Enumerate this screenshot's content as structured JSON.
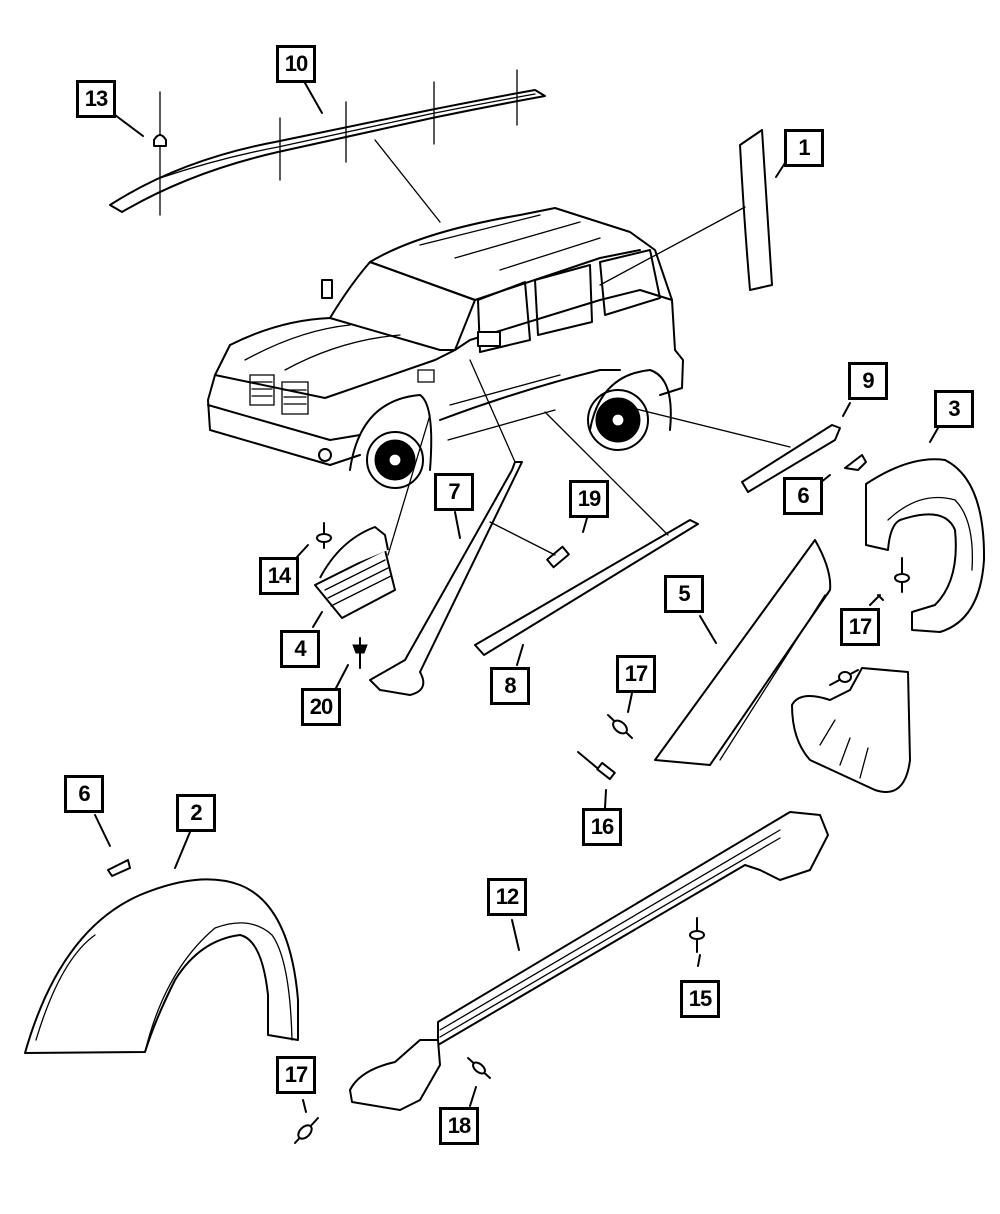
{
  "diagram": {
    "type": "exploded-parts-diagram",
    "subject": "vehicle exterior body moldings and trim",
    "line_color": "#000000",
    "background": "#ffffff"
  },
  "callouts": [
    {
      "id": "c1",
      "label": "1",
      "part": "d-pillar-applique"
    },
    {
      "id": "c2",
      "label": "2",
      "part": "front-wheel-flare"
    },
    {
      "id": "c3",
      "label": "3",
      "part": "rear-wheel-flare"
    },
    {
      "id": "c4",
      "label": "4",
      "part": "fender-vent-grille"
    },
    {
      "id": "c5",
      "label": "5",
      "part": "rear-door-flare-molding"
    },
    {
      "id": "c6a",
      "label": "6",
      "part": "flare-clip-rear"
    },
    {
      "id": "c6b",
      "label": "6",
      "part": "flare-clip-front"
    },
    {
      "id": "c7",
      "label": "7",
      "part": "a-pillar-molding"
    },
    {
      "id": "c8",
      "label": "8",
      "part": "front-door-body-side-molding"
    },
    {
      "id": "c9",
      "label": "9",
      "part": "rear-door-body-side-molding"
    },
    {
      "id": "c10",
      "label": "10",
      "part": "roof-rack-rail"
    },
    {
      "id": "c12",
      "label": "12",
      "part": "running-board-sill-molding"
    },
    {
      "id": "c13",
      "label": "13",
      "part": "roof-rail-nut"
    },
    {
      "id": "c14",
      "label": "14",
      "part": "vent-push-pin-fastener"
    },
    {
      "id": "c15",
      "label": "15",
      "part": "sill-push-pin-fastener"
    },
    {
      "id": "c16",
      "label": "16",
      "part": "flare-screw"
    },
    {
      "id": "c17a",
      "label": "17",
      "part": "push-pin-rear-flare"
    },
    {
      "id": "c17b",
      "label": "17",
      "part": "push-pin-door-flare"
    },
    {
      "id": "c17c",
      "label": "17",
      "part": "push-pin-front-flare"
    },
    {
      "id": "c18",
      "label": "18",
      "part": "sill-push-pin-rear"
    },
    {
      "id": "c19",
      "label": "19",
      "part": "molding-clip"
    },
    {
      "id": "c20",
      "label": "20",
      "part": "a-pillar-push-pin"
    }
  ]
}
